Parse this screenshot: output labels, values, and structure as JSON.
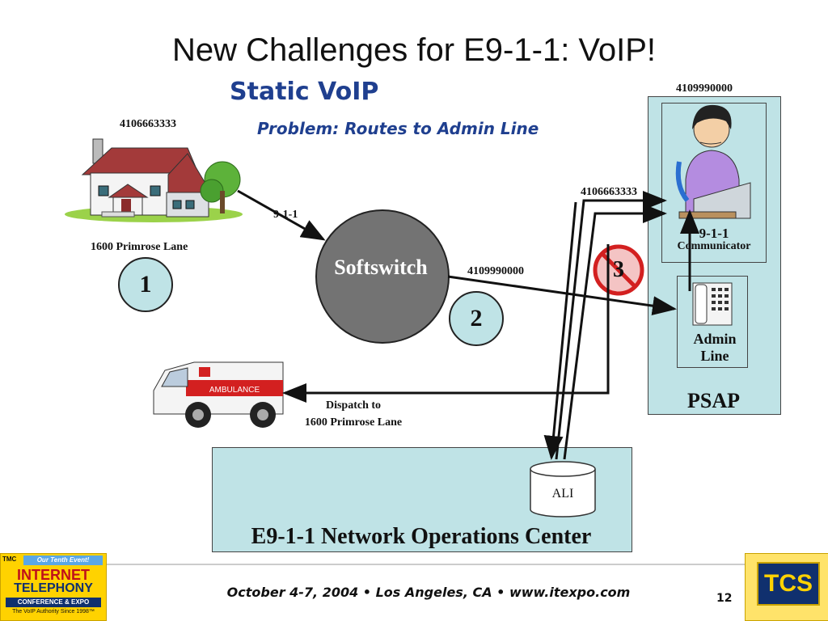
{
  "slide": {
    "title": "New Challenges for E9-1-1:  VoIP!",
    "subtitle": "Static VoIP",
    "problem": "Problem:  Routes to Admin Line",
    "page_number": "12"
  },
  "house": {
    "phone_number": "4106663333",
    "address": "1600 Primrose Lane",
    "step": "1"
  },
  "softswitch": {
    "label": "Softswitch",
    "incoming_label": "9-1-1",
    "outgoing_number": "4109990000",
    "step": "2"
  },
  "psap": {
    "label": "PSAP",
    "top_number": "4109990000",
    "communicator_number_in": "4106663333",
    "communicator_label_line1": "9-1-1",
    "communicator_label_line2": "Communicator",
    "admin_line_label_line1": "Admin",
    "admin_line_label_line2": "Line",
    "step": "3"
  },
  "dispatch": {
    "line1": "Dispatch to",
    "line2": "1600 Primrose Lane"
  },
  "noc": {
    "label": "E9-1-1 Network Operations Center",
    "ali_label": "ALI"
  },
  "footer": {
    "text": "October 4-7, 2004 • Los Angeles, CA • www.itexpo.com",
    "left_logo": {
      "line1": "Our Tenth Event!",
      "line2": "INTERNET",
      "line3": "TELEPHONY",
      "line4": "CONFERENCE & EXPO",
      "line5": "The VoIP Authority Since 1998™",
      "badge": "TMC"
    },
    "right_logo": "TCS"
  },
  "colors": {
    "accent_blue": "#1f3f8f",
    "box_fill": "#bfe3e6",
    "softswitch_fill": "#737373",
    "no_symbol": "#d32020"
  }
}
